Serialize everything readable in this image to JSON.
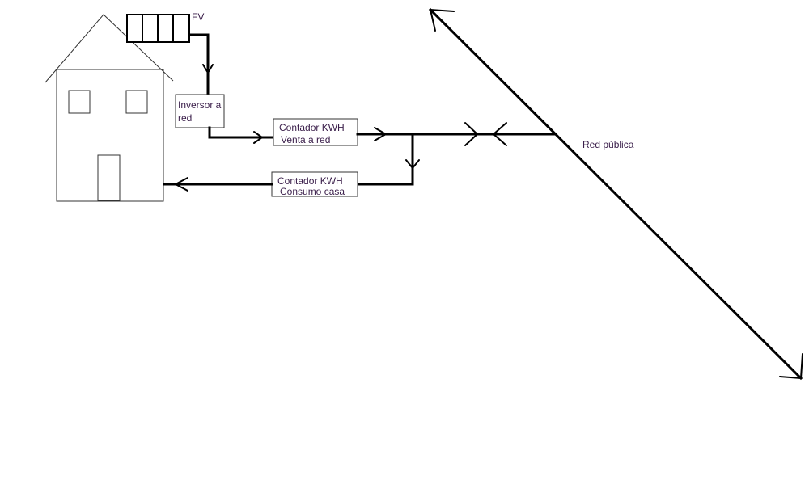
{
  "labels": {
    "pv": "FV",
    "inverter_line1": "Inversor a",
    "inverter_line2": "red",
    "meter_sale_line1": "Contador KWH",
    "meter_sale_line2": "Venta a red",
    "meter_consumption_line1": "Contador KWH",
    "meter_consumption_line2": "Consumo casa",
    "public_grid": "Red pública"
  },
  "icons": {
    "house": "house-icon",
    "solar_panel": "solar-panel-icon"
  }
}
